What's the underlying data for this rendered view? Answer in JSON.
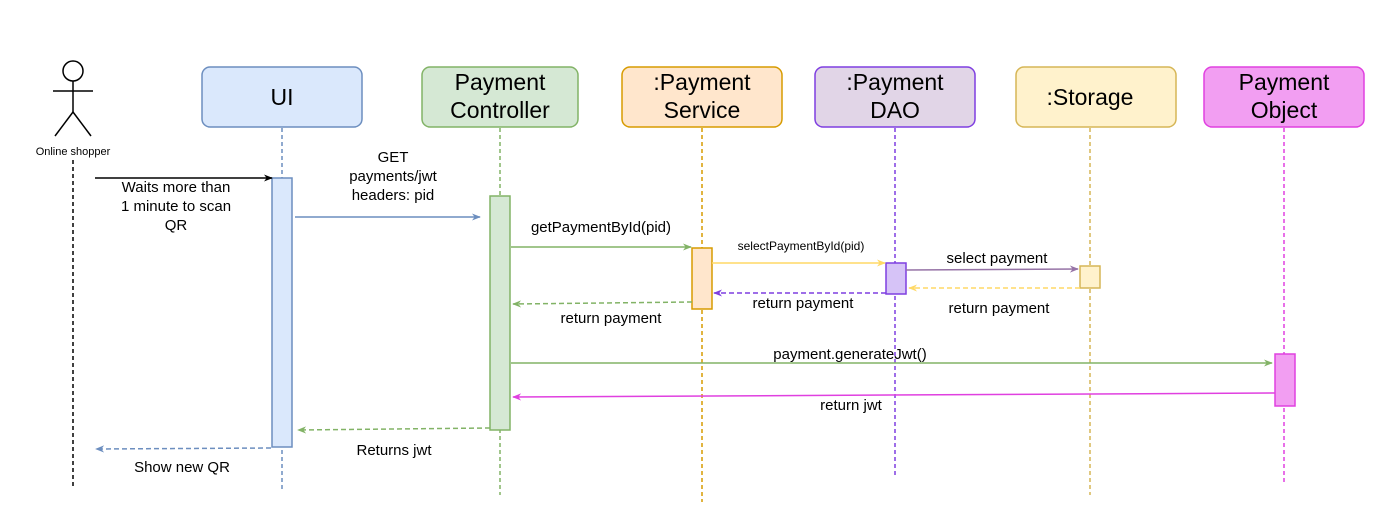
{
  "actor": {
    "label": "Online shopper"
  },
  "participants": [
    {
      "id": "ui",
      "lines": [
        "UI"
      ],
      "fill": "#dae8fc",
      "stroke": "#6c8ebf"
    },
    {
      "id": "controller",
      "lines": [
        "Payment",
        "Controller"
      ],
      "fill": "#d5e8d4",
      "stroke": "#82b366"
    },
    {
      "id": "service",
      "lines": [
        ":Payment",
        "Service"
      ],
      "fill": "#ffe6cc",
      "stroke": "#d79b00"
    },
    {
      "id": "dao",
      "lines": [
        ":Payment",
        "DAO"
      ],
      "fill": "#e1d5e7",
      "stroke": "#7f3fe0"
    },
    {
      "id": "storage",
      "lines": [
        ":Storage"
      ],
      "fill": "#fff2cc",
      "stroke": "#d6b656"
    },
    {
      "id": "object",
      "lines": [
        "Payment",
        "Object"
      ],
      "fill": "#f29ef2",
      "stroke": "#e040e0"
    }
  ],
  "messages": [
    {
      "id": "waits",
      "lines": [
        "Waits more than",
        "1 minute to scan",
        "QR"
      ],
      "color": "#000000",
      "dashed": false
    },
    {
      "id": "get",
      "lines": [
        "GET",
        "payments/jwt",
        "headers: pid"
      ],
      "color": "#6c8ebf",
      "dashed": false
    },
    {
      "id": "getById",
      "lines": [
        "getPaymentById(pid)"
      ],
      "color": "#82b366",
      "dashed": false
    },
    {
      "id": "selectById",
      "lines": [
        "selectPaymentById(pid)"
      ],
      "color": "#ffd966",
      "dashed": false
    },
    {
      "id": "select",
      "lines": [
        "select payment"
      ],
      "color": "#9673a6",
      "dashed": false
    },
    {
      "id": "ret-storage",
      "lines": [
        "return payment"
      ],
      "color": "#ffd966",
      "dashed": true
    },
    {
      "id": "ret-dao",
      "lines": [
        "return payment"
      ],
      "color": "#7f3fe0",
      "dashed": true
    },
    {
      "id": "ret-service",
      "lines": [
        "return payment"
      ],
      "color": "#82b366",
      "dashed": true
    },
    {
      "id": "generate",
      "lines": [
        "payment.generateJwt()"
      ],
      "color": "#82b366",
      "dashed": false
    },
    {
      "id": "retjwt",
      "lines": [
        "return jwt"
      ],
      "color": "#e040e0",
      "dashed": false
    },
    {
      "id": "returns",
      "lines": [
        "Returns jwt"
      ],
      "color": "#82b366",
      "dashed": true
    },
    {
      "id": "show",
      "lines": [
        "Show new QR"
      ],
      "color": "#6c8ebf",
      "dashed": true
    }
  ]
}
